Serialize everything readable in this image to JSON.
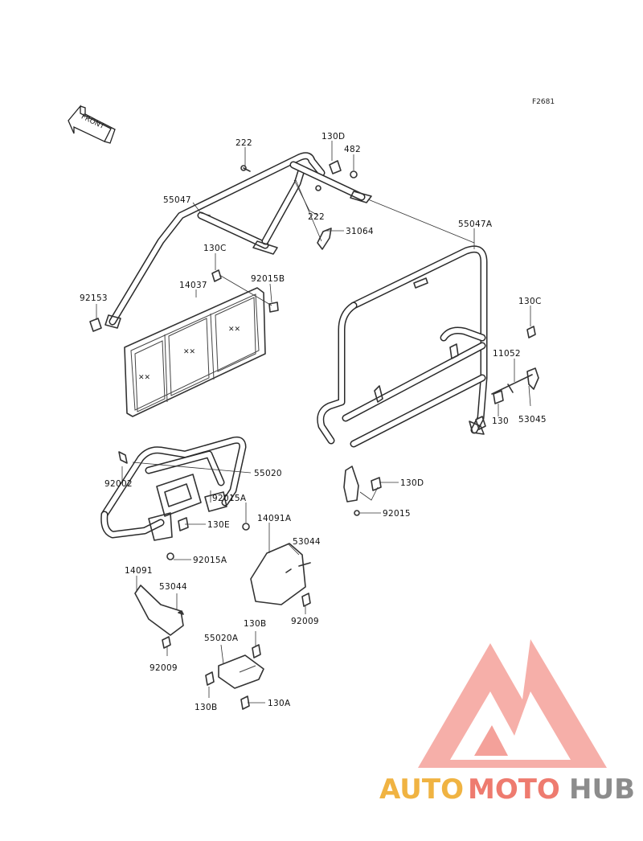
{
  "figure_code": "F2681",
  "front_arrow_label": "FRONT",
  "labels": {
    "l222a": "222",
    "l130d_top": "130D",
    "l482": "482",
    "l55047": "55047",
    "l222b": "222",
    "l31064": "31064",
    "l55047a": "55047A",
    "l130c_left": "130C",
    "l92015b": "92015B",
    "l14037": "14037",
    "l92153": "92153",
    "l130c_right": "130C",
    "l11052": "11052",
    "l130": "130",
    "l53045": "53045",
    "l92002": "92002",
    "l55020": "55020",
    "l92015a_top": "92015A",
    "l130e": "130E",
    "l130d_bottom": "130D",
    "l92015": "92015",
    "l14091a": "14091A",
    "l53044_right": "53044",
    "l92015a_bottom": "92015A",
    "l14091": "14091",
    "l53044_left": "53044",
    "l92009_right": "92009",
    "l130b_top": "130B",
    "l55020a": "55020A",
    "l92009_left": "92009",
    "l130b_bottom": "130B",
    "l130a": "130A"
  },
  "watermark": {
    "auto": "AUTO",
    "moto": "MOTO",
    "hub": "HUB",
    "colors": {
      "auto": "#f0b342",
      "moto": "#ee7b6f",
      "hub": "#8c8c8c",
      "triangle": "#f4a19a"
    }
  }
}
